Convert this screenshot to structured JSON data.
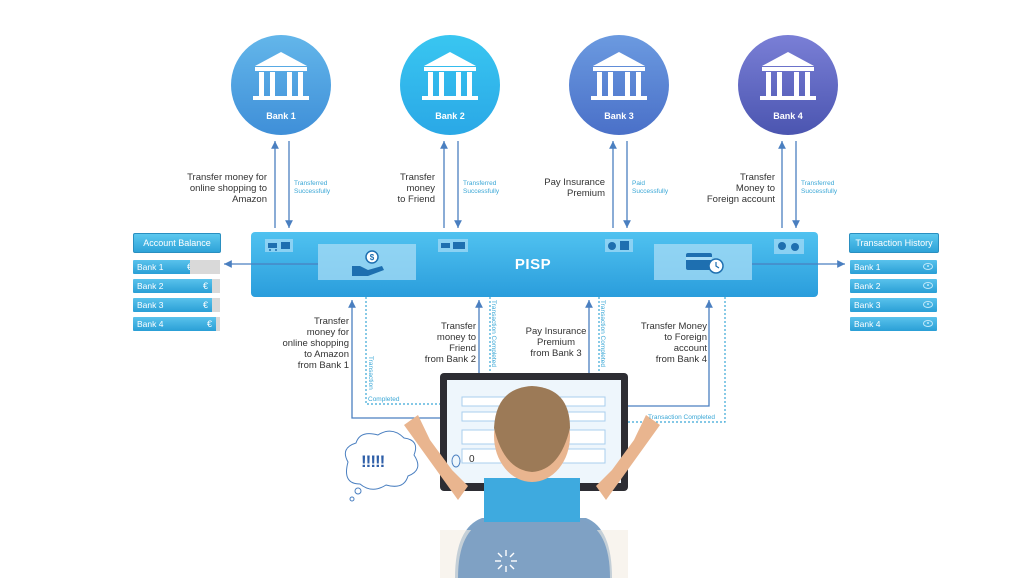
{
  "banks": [
    {
      "name": "Bank 1",
      "request": [
        "Transfer money for",
        "online shopping to",
        "Amazon"
      ],
      "status": [
        "Transferred",
        "Successfully"
      ]
    },
    {
      "name": "Bank 2",
      "request": [
        "Transfer",
        "money",
        "to Friend"
      ],
      "status": [
        "Transferred",
        "Successfully"
      ]
    },
    {
      "name": "Bank 3",
      "request": [
        "Pay Insurance",
        "Premium"
      ],
      "status": [
        "Paid",
        "Successfully"
      ]
    },
    {
      "name": "Bank 4",
      "request": [
        "Transfer",
        "Money to",
        "Foreign account"
      ],
      "status": [
        "Transferred",
        "Successfully"
      ]
    }
  ],
  "pisp": {
    "label": "PISP"
  },
  "account_balance": {
    "title": "Account Balance",
    "rows": [
      "Bank 1",
      "Bank 2",
      "Bank 3",
      "Bank 4"
    ],
    "currency_symbol": "€"
  },
  "transaction_history": {
    "title": "Transaction History",
    "rows": [
      "Bank 1",
      "Bank 2",
      "Bank 3",
      "Bank 4"
    ]
  },
  "user_requests": [
    [
      "Transfer",
      "money for",
      "online shopping",
      "to Amazon",
      "from Bank 1"
    ],
    [
      "Transfer",
      "money to",
      "Friend",
      "from Bank 2"
    ],
    [
      "Pay Insurance",
      "Premium",
      "from Bank 3"
    ],
    [
      "Transfer Money",
      "to Foreign",
      "account",
      "from Bank 4"
    ]
  ],
  "completion_labels": {
    "bank1_vertical": "Transaction",
    "bank1_horizontal": "Completed",
    "bank2_vertical": "Transaction Completed",
    "bank3_vertical": "Transaction Completed",
    "bank4_horizontal": "Transaction Completed"
  },
  "thought_bubble": "!!!!!",
  "screen_digit": "0",
  "colors": {
    "bank_gradient_light": "#4fc3f0",
    "bank_gradient_dark": "#5b5fb3",
    "pisp_bar": "#3aaee6",
    "arrow": "#4a7fc0",
    "dotted": "#3aa7d6"
  }
}
